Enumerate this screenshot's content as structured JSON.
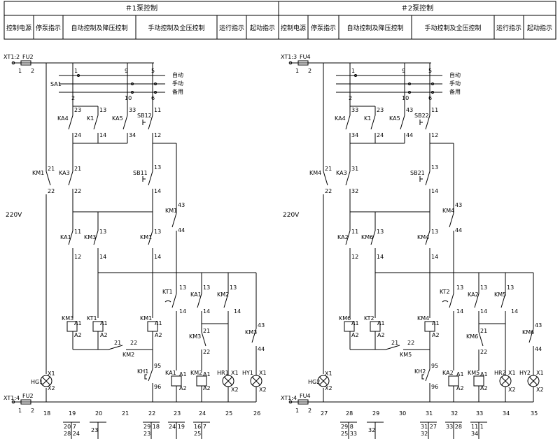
{
  "header": {
    "pump1_title": "＃1泵控制",
    "pump2_title": "＃2泵控制",
    "pump1_columns": [
      "控制电源",
      "停泵指示",
      "自动控制及降压控制",
      "手动控制及全压控制",
      "运行指示",
      "起动指示"
    ],
    "pump2_columns": [
      "控制电源",
      "停泵指示",
      "自动控制及降压控制",
      "手动控制及全压控制",
      "运行指示",
      "起动指示"
    ]
  },
  "circuit1": {
    "terminal_top": "XT1:2",
    "terminal_bottom": "XT1:4",
    "fuse": "FU2",
    "fuse_pins": [
      "1",
      "2"
    ],
    "fuse_bottom_pins": [
      "1",
      "2"
    ],
    "voltage": "220V",
    "switch": "SA1",
    "switch_modes": [
      "自动",
      "手动",
      "备用"
    ],
    "switch_pins": [
      "1",
      "9",
      "5",
      "2",
      "10",
      "6"
    ],
    "labels": {
      "ka4": "KA4",
      "ka4_a": "23",
      "ka4_b": "24",
      "k1": "K1",
      "k1_a": "13",
      "k1_b": "14",
      "ka5": "KA5",
      "ka5_a": "33",
      "ka5_b": "34",
      "sb": "SB12",
      "sb_a": "11",
      "sb_b": "12",
      "km_p": "KM1",
      "km_p_a": "21",
      "km_p_b": "22",
      "ka3": "KA3",
      "ka3_a": "21",
      "ka3_b": "22",
      "sb1": "SB11",
      "sb1_a": "13",
      "sb1_b": "14",
      "km_h": "KM1",
      "km_h_a": "43",
      "km_h_b": "44",
      "ka1": "KA1",
      "ka1_a": "11",
      "ka1_b": "12",
      "km3": "KM3",
      "km3_a": "13",
      "km3_b": "14",
      "km1": "KM1",
      "km1_a": "13",
      "km1_b": "14",
      "kt": "KT1",
      "kt_a": "13",
      "kt_b": "14",
      "ka_r": "KA1",
      "ka_r_a": "13",
      "ka_r_b": "14",
      "km2": "KM2",
      "km2_a": "13",
      "km2_b": "14",
      "km3b": "KM3",
      "km3b_a": "21",
      "km3b_b": "22",
      "km3c": "KM3",
      "km3c_a": "43",
      "km3c_b": "44",
      "coil_km3": "KM3",
      "coil_kt1": "KT1",
      "coil_km1": "KM1",
      "km2b": "KM2",
      "km2b_a": "21",
      "km2b_b": "22",
      "kh": "KH1",
      "kh_a": "95",
      "kh_b": "96",
      "coil_ka1": "KA1",
      "coil_km2": "KM2",
      "hr": "HR1",
      "hy": "HY1",
      "hg": "HG1"
    },
    "coil_pins": [
      "A1",
      "A2"
    ],
    "lamp_pins": [
      "X1",
      "X2"
    ],
    "columns": [
      "18",
      "19",
      "20",
      "21",
      "22",
      "23",
      "24",
      "25",
      "26"
    ]
  },
  "circuit2": {
    "terminal_top": "XT1:3",
    "terminal_bottom": "XT1:4",
    "fuse": "FU4",
    "fuse_pins": [
      "1",
      "2"
    ],
    "fuse_bottom_pins": [
      "1",
      "2"
    ],
    "voltage": "220V",
    "switch": "",
    "switch_modes": [
      "自动",
      "手动",
      "备用"
    ],
    "switch_pins": [
      "1",
      "9",
      "5",
      "2",
      "10",
      "6"
    ],
    "labels": {
      "ka4": "KA4",
      "ka4_a": "33",
      "ka4_b": "34",
      "k1": "K1",
      "k1_a": "23",
      "k1_b": "24",
      "ka5": "KA5",
      "ka5_a": "43",
      "ka5_b": "44",
      "sb": "SB22",
      "sb_a": "11",
      "sb_b": "12",
      "km_p": "KM4",
      "km_p_a": "21",
      "km_p_b": "22",
      "ka3": "KA3",
      "ka3_a": "31",
      "ka3_b": "32",
      "sb1": "SB21",
      "sb1_a": "13",
      "sb1_b": "14",
      "km_h": "KM4",
      "km_h_a": "43",
      "km_h_b": "44",
      "ka1": "KA2",
      "ka1_a": "11",
      "ka1_b": "12",
      "km3": "KM6",
      "km3_a": "13",
      "km3_b": "14",
      "km1": "KM4",
      "km1_a": "13",
      "km1_b": "14",
      "kt": "KT2",
      "kt_a": "13",
      "kt_b": "14",
      "ka_r": "KA2",
      "ka_r_a": "13",
      "ka_r_b": "14",
      "km2": "KM5",
      "km2_a": "13",
      "km2_b": "14",
      "km3b": "KM6",
      "km3b_a": "21",
      "km3b_b": "22",
      "km3c": "KM6",
      "km3c_a": "43",
      "km3c_b": "44",
      "coil_km3": "KM6",
      "coil_kt1": "KT2",
      "coil_km1": "KM4",
      "km2b": "KM5",
      "km2b_a": "21",
      "km2b_b": "22",
      "kh": "KH2",
      "kh_a": "95",
      "kh_b": "96",
      "coil_ka1": "KA2",
      "coil_km2": "KM5",
      "hr": "HR2",
      "hy": "HY2",
      "hg": "HG2"
    },
    "coil_pins": [
      "A1",
      "A2"
    ],
    "lamp_pins": [
      "X1",
      "X2"
    ],
    "columns": [
      "27",
      "28",
      "29",
      "30",
      "31",
      "32",
      "33",
      "34",
      "35"
    ]
  },
  "footnotes1": [
    {
      "top": "20 7",
      "bottom": "28 24"
    },
    {
      "top": "",
      "bottom": "23"
    },
    {
      "top": "29 18",
      "bottom": "23"
    },
    {
      "top": "24 19",
      "bottom": ""
    },
    {
      "top": "16 7",
      "bottom": "25"
    }
  ],
  "footnotes2": [
    {
      "top": "29 8",
      "bottom": "25 33"
    },
    {
      "top": "",
      "bottom": "32"
    },
    {
      "top": "31 27",
      "bottom": "32"
    },
    {
      "top": "33 28",
      "bottom": ""
    },
    {
      "top": "11 1",
      "bottom": "34"
    }
  ]
}
